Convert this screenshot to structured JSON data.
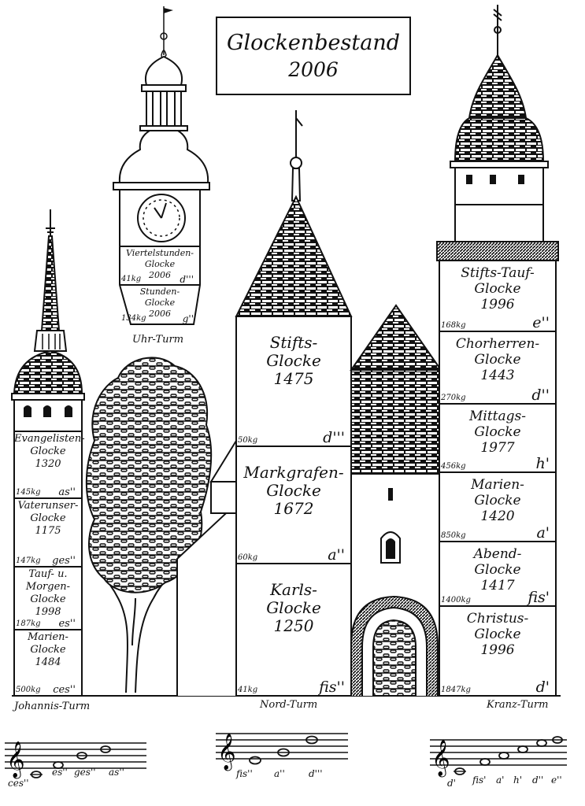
{
  "title": {
    "line1": "Glockenbestand",
    "line2": "2006"
  },
  "towers": {
    "uhr": {
      "name": "Uhr-Turm",
      "bells": [
        {
          "name": [
            "Viertelstunden-",
            "Glocke",
            "2006"
          ],
          "weight": "41kg",
          "tone": "d'''"
        },
        {
          "name": [
            "Stunden-",
            "Glocke",
            "2006"
          ],
          "weight": "134kg",
          "tone": "g''"
        }
      ]
    },
    "johannis": {
      "name": "Johannis-Turm",
      "bells": [
        {
          "name": [
            "Evangelisten-",
            "Glocke",
            "1320"
          ],
          "weight": "145kg",
          "tone": "as''"
        },
        {
          "name": [
            "Vaterunser-",
            "Glocke",
            "1175"
          ],
          "weight": "147kg",
          "tone": "ges''"
        },
        {
          "name": [
            "Tauf- u.",
            "Morgen-",
            "Glocke",
            "1998"
          ],
          "weight": "187kg",
          "tone": "es''"
        },
        {
          "name": [
            "Marien-",
            "Glocke",
            "1484"
          ],
          "weight": "500kg",
          "tone": "ces''"
        }
      ]
    },
    "nord": {
      "name": "Nord-Turm",
      "bells": [
        {
          "name": [
            "Stifts-",
            "Glocke",
            "1475"
          ],
          "weight": "50kg",
          "tone": "d'''"
        },
        {
          "name": [
            "Markgrafen-",
            "Glocke",
            "1672"
          ],
          "weight": "60kg",
          "tone": "a''"
        },
        {
          "name": [
            "Karls-",
            "Glocke",
            "1250"
          ],
          "weight": "41kg",
          "tone": "fis''"
        }
      ]
    },
    "kranz": {
      "name": "Kranz-Turm",
      "bells": [
        {
          "name": [
            "Stifts-Tauf-",
            "Glocke",
            "1996"
          ],
          "weight": "168kg",
          "tone": "e''"
        },
        {
          "name": [
            "Chorherren-",
            "Glocke",
            "1443"
          ],
          "weight": "270kg",
          "tone": "d''"
        },
        {
          "name": [
            "Mittags-",
            "Glocke",
            "1977"
          ],
          "weight": "456kg",
          "tone": "h'"
        },
        {
          "name": [
            "Marien-",
            "Glocke",
            "1420"
          ],
          "weight": "850kg",
          "tone": "a'"
        },
        {
          "name": [
            "Abend-",
            "Glocke",
            "1417"
          ],
          "weight": "1400kg",
          "tone": "fis'"
        },
        {
          "name": [
            "Christus-",
            "Glocke",
            "1996"
          ],
          "weight": "1847kg",
          "tone": "d'"
        }
      ]
    }
  },
  "notation": {
    "left": [
      "ces''",
      "es''",
      "ges''",
      "as''"
    ],
    "middle": [
      "fis''",
      "a''",
      "d'''"
    ],
    "right": [
      "d'",
      "fis'",
      "a'",
      "h'",
      "d''",
      "e''"
    ]
  }
}
